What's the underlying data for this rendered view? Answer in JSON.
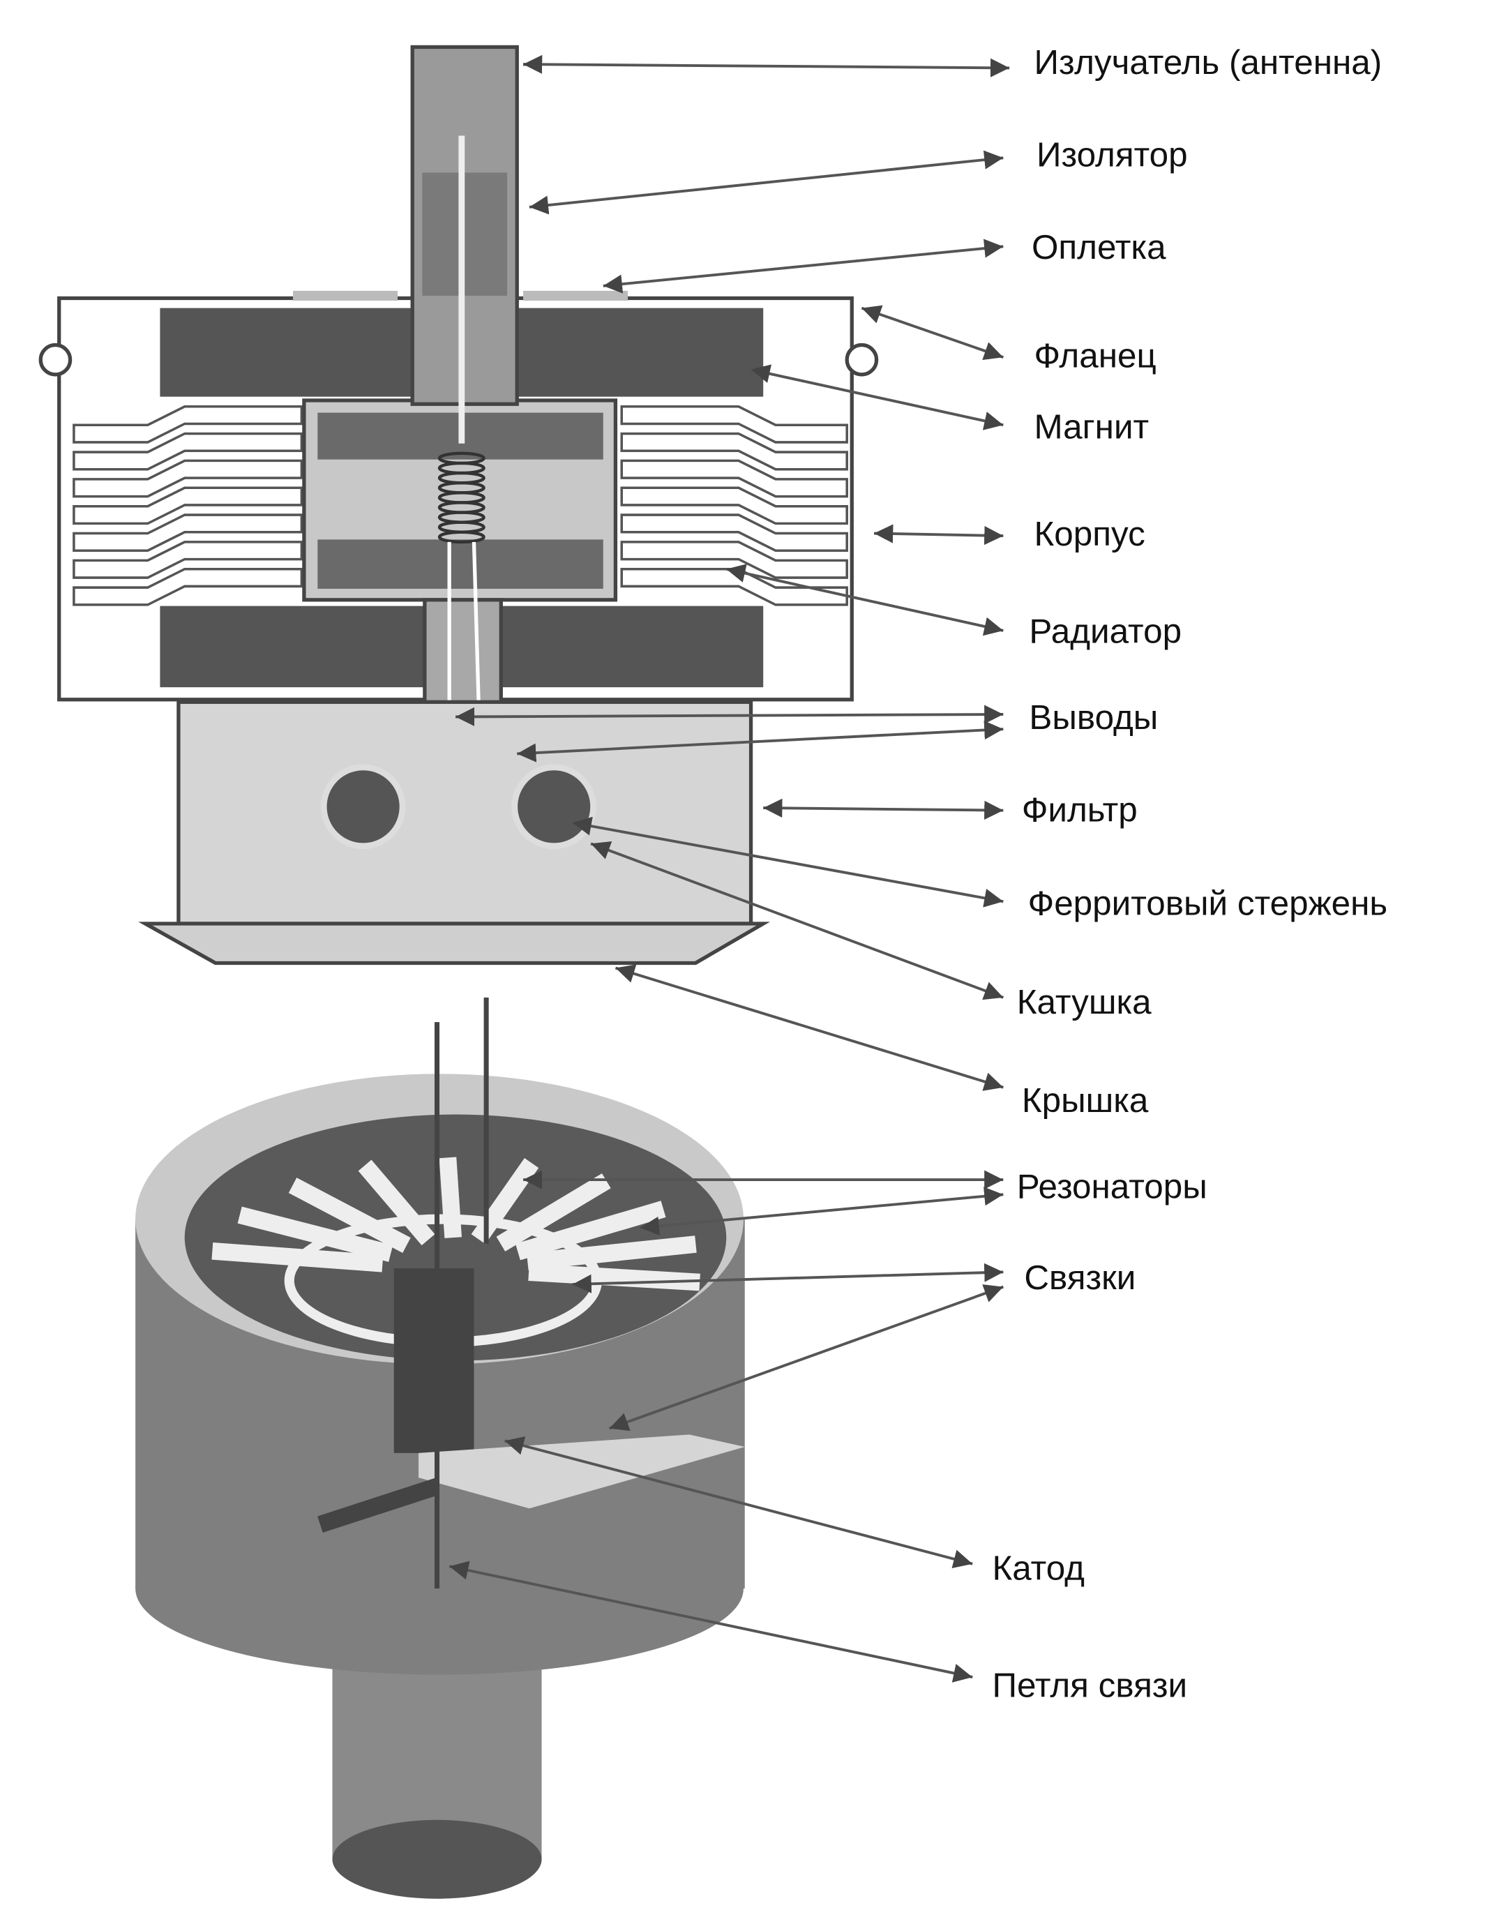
{
  "diagram": {
    "subject": "magnetron",
    "colors": {
      "light": "#d9d9d9",
      "mid": "#9a9a9a",
      "dark": "#555555",
      "outline": "#444444"
    },
    "labels": [
      {
        "id": "emitter",
        "text": "Излучатель (антенна)"
      },
      {
        "id": "insulator",
        "text": "Изолятор"
      },
      {
        "id": "braid",
        "text": "Оплетка"
      },
      {
        "id": "flange",
        "text": "Фланец"
      },
      {
        "id": "magnet",
        "text": "Магнит"
      },
      {
        "id": "housing",
        "text": "Корпус"
      },
      {
        "id": "radiator",
        "text": "Радиатор"
      },
      {
        "id": "leads",
        "text": "Выводы"
      },
      {
        "id": "filter",
        "text": "Фильтр"
      },
      {
        "id": "ferrite",
        "text": "Ферритовый стержень"
      },
      {
        "id": "coil",
        "text": "Катушка"
      },
      {
        "id": "cover",
        "text": "Крышка"
      },
      {
        "id": "resonators",
        "text": "Резонаторы"
      },
      {
        "id": "straps",
        "text": "Связки"
      },
      {
        "id": "cathode",
        "text": "Катод"
      },
      {
        "id": "coupling-loop",
        "text": "Петля связи"
      }
    ]
  }
}
